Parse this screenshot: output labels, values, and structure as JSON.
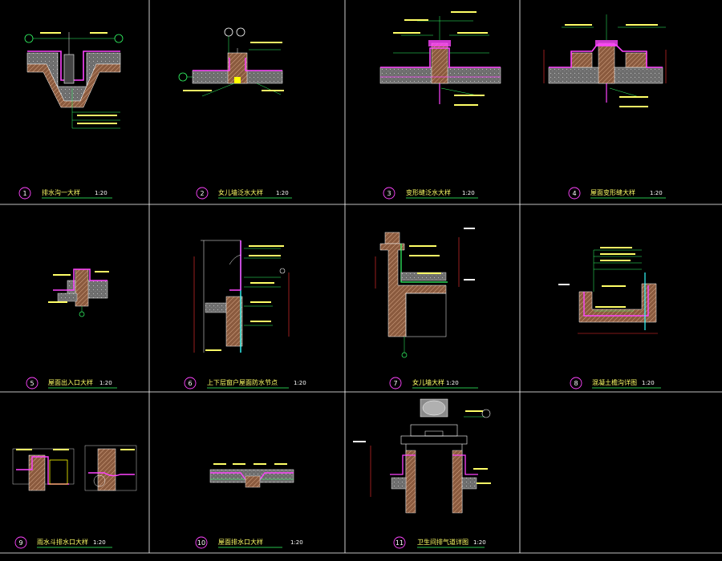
{
  "colors": {
    "background": "#000000",
    "grid": "#ffffff",
    "title_text": "#ffff66",
    "leader": "#33ff66",
    "layer": "#ff44ff",
    "number_circle": "#ff44ff",
    "hatch": "#c89a78"
  },
  "panels": [
    {
      "number": "1",
      "title": "排水沟一大样",
      "scale": "1:20"
    },
    {
      "number": "2",
      "title": "女儿墙泛水大样",
      "scale": "1:20"
    },
    {
      "number": "3",
      "title": "变形缝泛水大样",
      "scale": "1:20"
    },
    {
      "number": "4",
      "title": "屋面变形缝大样",
      "scale": "1:20"
    },
    {
      "number": "5",
      "title": "屋面出入口大样",
      "scale": "1:20"
    },
    {
      "number": "6",
      "title": "上下层窗户屋面防水节点",
      "scale": "1:20"
    },
    {
      "number": "7",
      "title": "女儿墙大样",
      "scale": "1:20"
    },
    {
      "number": "8",
      "title": "混凝土檐沟详图",
      "scale": "1:20"
    },
    {
      "number": "9",
      "title": "雨水斗排水口大样",
      "scale": "1:20"
    },
    {
      "number": "10",
      "title": "屋面排水口大样",
      "scale": "1:20"
    },
    {
      "number": "11",
      "title": "卫生间排气道详图",
      "scale": "1:20"
    }
  ]
}
